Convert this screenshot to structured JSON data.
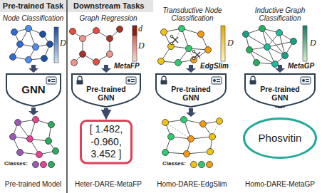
{
  "diagram": {
    "nodes": [
      {
        "text": [
          "Pre-trained Task"
        ]
      },
      {
        "text": [
          "GNN"
        ],
        "in": 0
      },
      {
        "text": [
          "Downstream Tasks"
        ]
      },
      {
        "text": [
          "Pre-trained GNN"
        ],
        "in": 2
      },
      {
        "text": [
          "Pre-trained GNN"
        ],
        "in": 2
      },
      {
        "text": [
          "Pre-trained GNN"
        ],
        "in": 2
      },
      {
        "text": [
          "[ 1.482, -0.960, 3.452 ]"
        ],
        "in": 2
      },
      {
        "text": [
          "Phosvitin"
        ],
        "in": 2
      }
    ],
    "edges": [
      {
        "from": 3,
        "to": 6,
        "arrow": "to"
      },
      {
        "from": 5,
        "to": 7,
        "arrow": "to"
      }
    ],
    "labels": [
      "Node Classification",
      "Graph Regression",
      "Transductive Node Classification",
      "Inductive Graph Classification",
      "D",
      "d",
      "D",
      "MetaFP",
      "D",
      "EdgSlim",
      "D",
      "MetaGP",
      "Classes:",
      "Classes:",
      "Pre-trained Model",
      "Heter-DARE-MetaFP",
      "Homo-DARE-EdgSlim",
      "Homo-DARE-MetaGP"
    ]
  }
}
